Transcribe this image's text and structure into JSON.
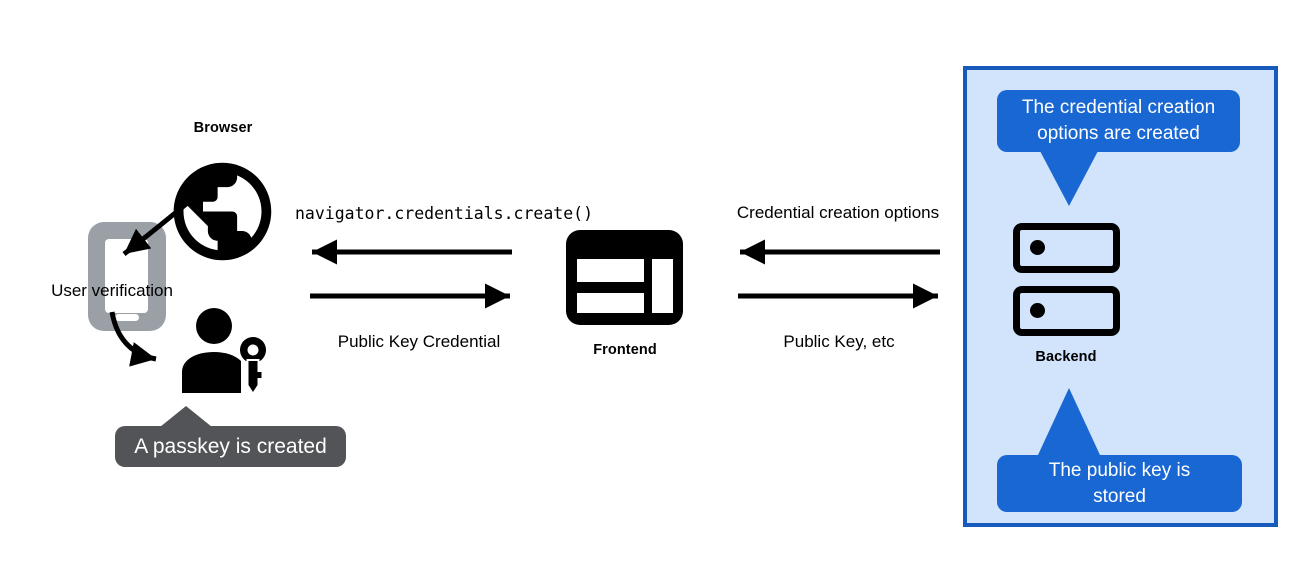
{
  "colors": {
    "blue_bubble": "#1967d2",
    "blue_box_bg": "#d2e3fc",
    "blue_box_border": "#185abc",
    "gray_bubble": "#525458",
    "phone_gray": "#9aa0a6",
    "ink": "#000000"
  },
  "nodes": {
    "browser": {
      "label": "Browser"
    },
    "frontend": {
      "label": "Frontend"
    },
    "backend": {
      "label": "Backend"
    },
    "user_verification": {
      "label": "User verification"
    }
  },
  "messages": {
    "create_call": "navigator.credentials.create()",
    "public_key_credential": "Public Key Credential",
    "credential_creation_options": "Credential creation options",
    "public_key_etc": "Public Key, etc"
  },
  "callouts": {
    "passkey_created": "A passkey is created",
    "options_created": "The credential creation options are created",
    "public_key_stored": "The public key is stored"
  },
  "icons": {
    "globe": "globe-icon",
    "phone": "phone-icon",
    "person_key": "person-with-key-icon",
    "browser_window": "browser-window-icon",
    "server": "server-icon"
  }
}
